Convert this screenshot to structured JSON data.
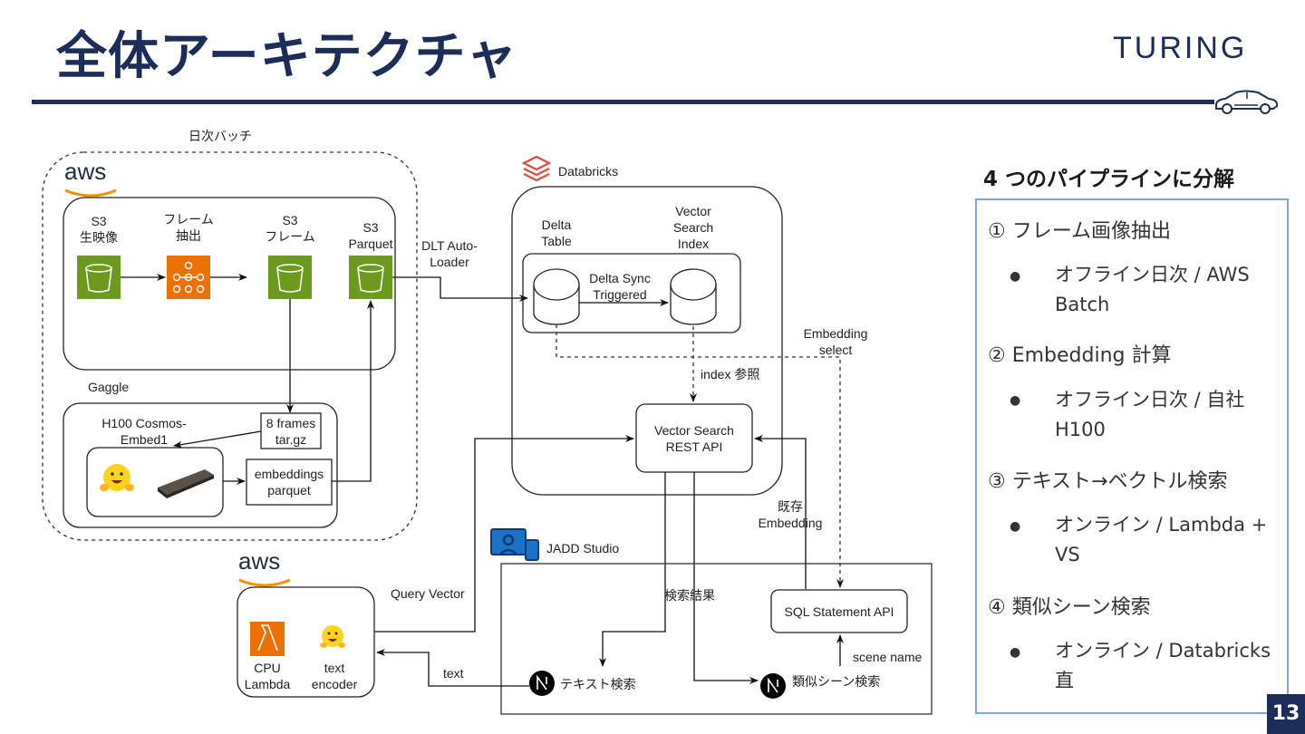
{
  "header": {
    "title": "全体アーキテクチャ",
    "logo_text": "TURING",
    "car_icon": "car-icon"
  },
  "diagram": {
    "batch_label": "日次バッチ",
    "aws_logo_1": "aws",
    "aws_nodes": [
      {
        "line1": "S3",
        "line2": "生映像",
        "icon": "s3-bucket-icon"
      },
      {
        "line1": "フレーム",
        "line2": "抽出",
        "icon": "step-functions-icon"
      },
      {
        "line1": "S3",
        "line2": "フレーム",
        "icon": "s3-bucket-icon"
      },
      {
        "line1": "S3",
        "line2": "Parquet",
        "icon": "s3-bucket-icon"
      }
    ],
    "gaggle_label": "Gaggle",
    "h100_label_1": "H100 Cosmos-",
    "h100_label_2": "Embed1",
    "frames_box_1": "8 frames",
    "frames_box_2": "tar.gz",
    "embeddings_box_1": "embeddings",
    "embeddings_box_2": "parquet",
    "dlt_label_1": "DLT Auto-",
    "dlt_label_2": "Loader",
    "databricks_label": "Databricks",
    "delta_table_1": "Delta",
    "delta_table_2": "Table",
    "vs_index_1": "Vector",
    "vs_index_2": "Search",
    "vs_index_3": "Index",
    "delta_sync_1": "Delta Sync",
    "delta_sync_2": "Triggered",
    "embedding_select_1": "Embedding",
    "embedding_select_2": "select",
    "index_ref": "index 参照",
    "vs_api_1": "Vector Search",
    "vs_api_2": "REST API",
    "existing_emb_1": "既存",
    "existing_emb_2": "Embedding",
    "jadd_label": "JADD Studio",
    "query_vector": "Query Vector",
    "search_result": "検索結果",
    "sql_api": "SQL Statement API",
    "scene_name": "scene name",
    "text_label": "text",
    "aws_logo_2": "aws",
    "cpu_lambda_1": "CPU",
    "cpu_lambda_2": "Lambda",
    "text_encoder_1": "text",
    "text_encoder_2": "encoder",
    "text_search": "テキスト検索",
    "similar_search": "類似シーン検索"
  },
  "sidebar": {
    "heading": "4 つのパイプラインに分解",
    "items": [
      {
        "label": "① フレーム画像抽出",
        "sub": "オフライン日次 / AWS Batch"
      },
      {
        "label": "② Embedding 計算",
        "sub": "オフライン日次 / 自社 H100"
      },
      {
        "label": "③ テキスト→ベクトル検索",
        "sub": "オンライン / Lambda + VS"
      },
      {
        "label": "④ 類似シーン検索",
        "sub": "オンライン / Databricks 直"
      }
    ],
    "bullet": "●"
  },
  "footer": {
    "page_number": "13"
  },
  "colors": {
    "navy": "#1c2d5a",
    "s3_green": "#6b9a1f",
    "aws_orange": "#ed7100",
    "databricks_red": "#e8473b",
    "panel_border": "#7ea6d8"
  }
}
